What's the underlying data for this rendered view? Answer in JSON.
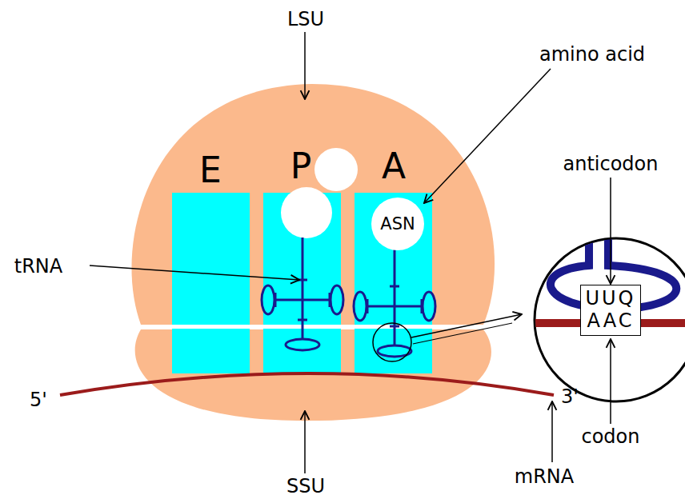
{
  "diagram": {
    "nodes": [
      {
        "text": [
          "ASN"
        ]
      },
      {
        "text": [
          "UUQ",
          "AAC"
        ]
      }
    ],
    "labels": [
      "LSU",
      "amino acid",
      "E",
      "P",
      "A",
      "tRNA",
      "anticodon",
      "codon",
      "5'",
      "3'",
      "SSU",
      "mRNA"
    ]
  }
}
